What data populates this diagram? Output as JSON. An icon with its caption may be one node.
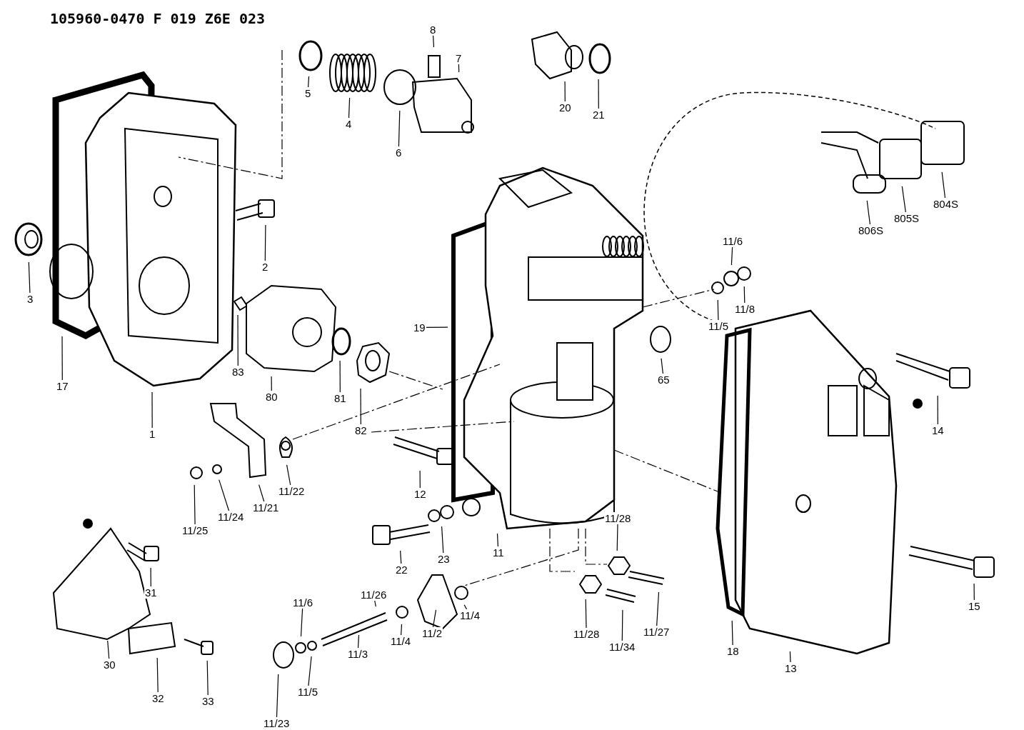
{
  "diagram": {
    "title": "105960-0470 F 019 Z6E 023",
    "nodes": [
      {
        "text": [
          "8"
        ]
      },
      {
        "text": [
          "7"
        ]
      },
      {
        "text": [
          "5"
        ]
      },
      {
        "text": [
          "20"
        ]
      },
      {
        "text": [
          "21"
        ]
      },
      {
        "text": [
          "4"
        ]
      },
      {
        "text": [
          "6"
        ]
      },
      {
        "text": [
          "804S"
        ]
      },
      {
        "text": [
          "805S"
        ]
      },
      {
        "text": [
          "806S"
        ]
      },
      {
        "text": [
          "11/6"
        ]
      },
      {
        "text": [
          "2"
        ]
      },
      {
        "text": [
          "3"
        ]
      },
      {
        "text": [
          "11/8"
        ]
      },
      {
        "text": [
          "11/5"
        ]
      },
      {
        "text": [
          "19"
        ]
      },
      {
        "text": [
          "83"
        ]
      },
      {
        "text": [
          "65"
        ]
      },
      {
        "text": [
          "17"
        ]
      },
      {
        "text": [
          "80"
        ]
      },
      {
        "text": [
          "81"
        ]
      },
      {
        "text": [
          "82"
        ]
      },
      {
        "text": [
          "14"
        ]
      },
      {
        "text": [
          "1"
        ]
      },
      {
        "text": [
          "11/22"
        ]
      },
      {
        "text": [
          "12"
        ]
      },
      {
        "text": [
          "11/21"
        ]
      },
      {
        "text": [
          "11/24"
        ]
      },
      {
        "text": [
          "11/28"
        ]
      },
      {
        "text": [
          "11/25"
        ]
      },
      {
        "text": [
          "11"
        ]
      },
      {
        "text": [
          "23"
        ]
      },
      {
        "text": [
          "22"
        ]
      },
      {
        "text": [
          "31"
        ]
      },
      {
        "text": [
          "11/26"
        ]
      },
      {
        "text": [
          "11/6"
        ]
      },
      {
        "text": [
          "15"
        ]
      },
      {
        "text": [
          "11/4"
        ]
      },
      {
        "text": [
          "11/27"
        ]
      },
      {
        "text": [
          "11/28"
        ]
      },
      {
        "text": [
          "11/2"
        ]
      },
      {
        "text": [
          "11/4"
        ]
      },
      {
        "text": [
          "11/34"
        ]
      },
      {
        "text": [
          "30"
        ]
      },
      {
        "text": [
          "18"
        ]
      },
      {
        "text": [
          "11/3"
        ]
      },
      {
        "text": [
          "13"
        ]
      },
      {
        "text": [
          "11/5"
        ]
      },
      {
        "text": [
          "32"
        ]
      },
      {
        "text": [
          "33"
        ]
      },
      {
        "text": [
          "11/23"
        ]
      }
    ],
    "edges": [
      {
        "from": 0,
        "to": null,
        "arrow": "none"
      },
      {
        "from": 1,
        "to": null,
        "arrow": "none"
      },
      {
        "from": 2,
        "to": null,
        "arrow": "none"
      },
      {
        "from": 3,
        "to": null,
        "arrow": "none"
      },
      {
        "from": 4,
        "to": null,
        "arrow": "none"
      },
      {
        "from": 5,
        "to": null,
        "arrow": "none"
      },
      {
        "from": 6,
        "to": null,
        "arrow": "none"
      },
      {
        "from": 7,
        "to": null,
        "arrow": "none"
      },
      {
        "from": 8,
        "to": null,
        "arrow": "none"
      },
      {
        "from": 9,
        "to": null,
        "arrow": "none"
      },
      {
        "from": 10,
        "to": null,
        "arrow": "none"
      },
      {
        "from": 11,
        "to": null,
        "arrow": "none"
      },
      {
        "from": 12,
        "to": null,
        "arrow": "none"
      },
      {
        "from": 13,
        "to": null,
        "arrow": "none"
      },
      {
        "from": 14,
        "to": null,
        "arrow": "none"
      },
      {
        "from": 15,
        "to": null,
        "arrow": "none"
      },
      {
        "from": 16,
        "to": null,
        "arrow": "none"
      },
      {
        "from": 17,
        "to": null,
        "arrow": "none"
      },
      {
        "from": 18,
        "to": null,
        "arrow": "none"
      },
      {
        "from": 19,
        "to": null,
        "arrow": "none"
      },
      {
        "from": 20,
        "to": null,
        "arrow": "none"
      },
      {
        "from": 21,
        "to": null,
        "arrow": "none"
      },
      {
        "from": 22,
        "to": null,
        "arrow": "none"
      },
      {
        "from": 23,
        "to": null,
        "arrow": "none"
      },
      {
        "from": 24,
        "to": null,
        "arrow": "none"
      },
      {
        "from": 25,
        "to": null,
        "arrow": "none"
      },
      {
        "from": 26,
        "to": null,
        "arrow": "none"
      },
      {
        "from": 27,
        "to": null,
        "arrow": "none"
      },
      {
        "from": 28,
        "to": null,
        "arrow": "none"
      },
      {
        "from": 29,
        "to": null,
        "arrow": "none"
      },
      {
        "from": 30,
        "to": null,
        "arrow": "none"
      },
      {
        "from": 31,
        "to": null,
        "arrow": "none"
      },
      {
        "from": 32,
        "to": null,
        "arrow": "none"
      },
      {
        "from": 33,
        "to": null,
        "arrow": "none"
      },
      {
        "from": 34,
        "to": null,
        "arrow": "none"
      },
      {
        "from": 35,
        "to": null,
        "arrow": "none"
      },
      {
        "from": 36,
        "to": null,
        "arrow": "none"
      },
      {
        "from": 37,
        "to": null,
        "arrow": "none"
      },
      {
        "from": 38,
        "to": null,
        "arrow": "none"
      },
      {
        "from": 39,
        "to": null,
        "arrow": "none"
      },
      {
        "from": 40,
        "to": null,
        "arrow": "none"
      },
      {
        "from": 41,
        "to": null,
        "arrow": "none"
      },
      {
        "from": 42,
        "to": null,
        "arrow": "none"
      },
      {
        "from": 43,
        "to": null,
        "arrow": "none"
      },
      {
        "from": 44,
        "to": null,
        "arrow": "none"
      },
      {
        "from": 45,
        "to": null,
        "arrow": "none"
      },
      {
        "from": 46,
        "to": null,
        "arrow": "none"
      },
      {
        "from": 47,
        "to": null,
        "arrow": "none"
      },
      {
        "from": 48,
        "to": null,
        "arrow": "none"
      },
      {
        "from": 49,
        "to": null,
        "arrow": "none"
      },
      {
        "from": 50,
        "to": null,
        "arrow": "none"
      }
    ]
  }
}
